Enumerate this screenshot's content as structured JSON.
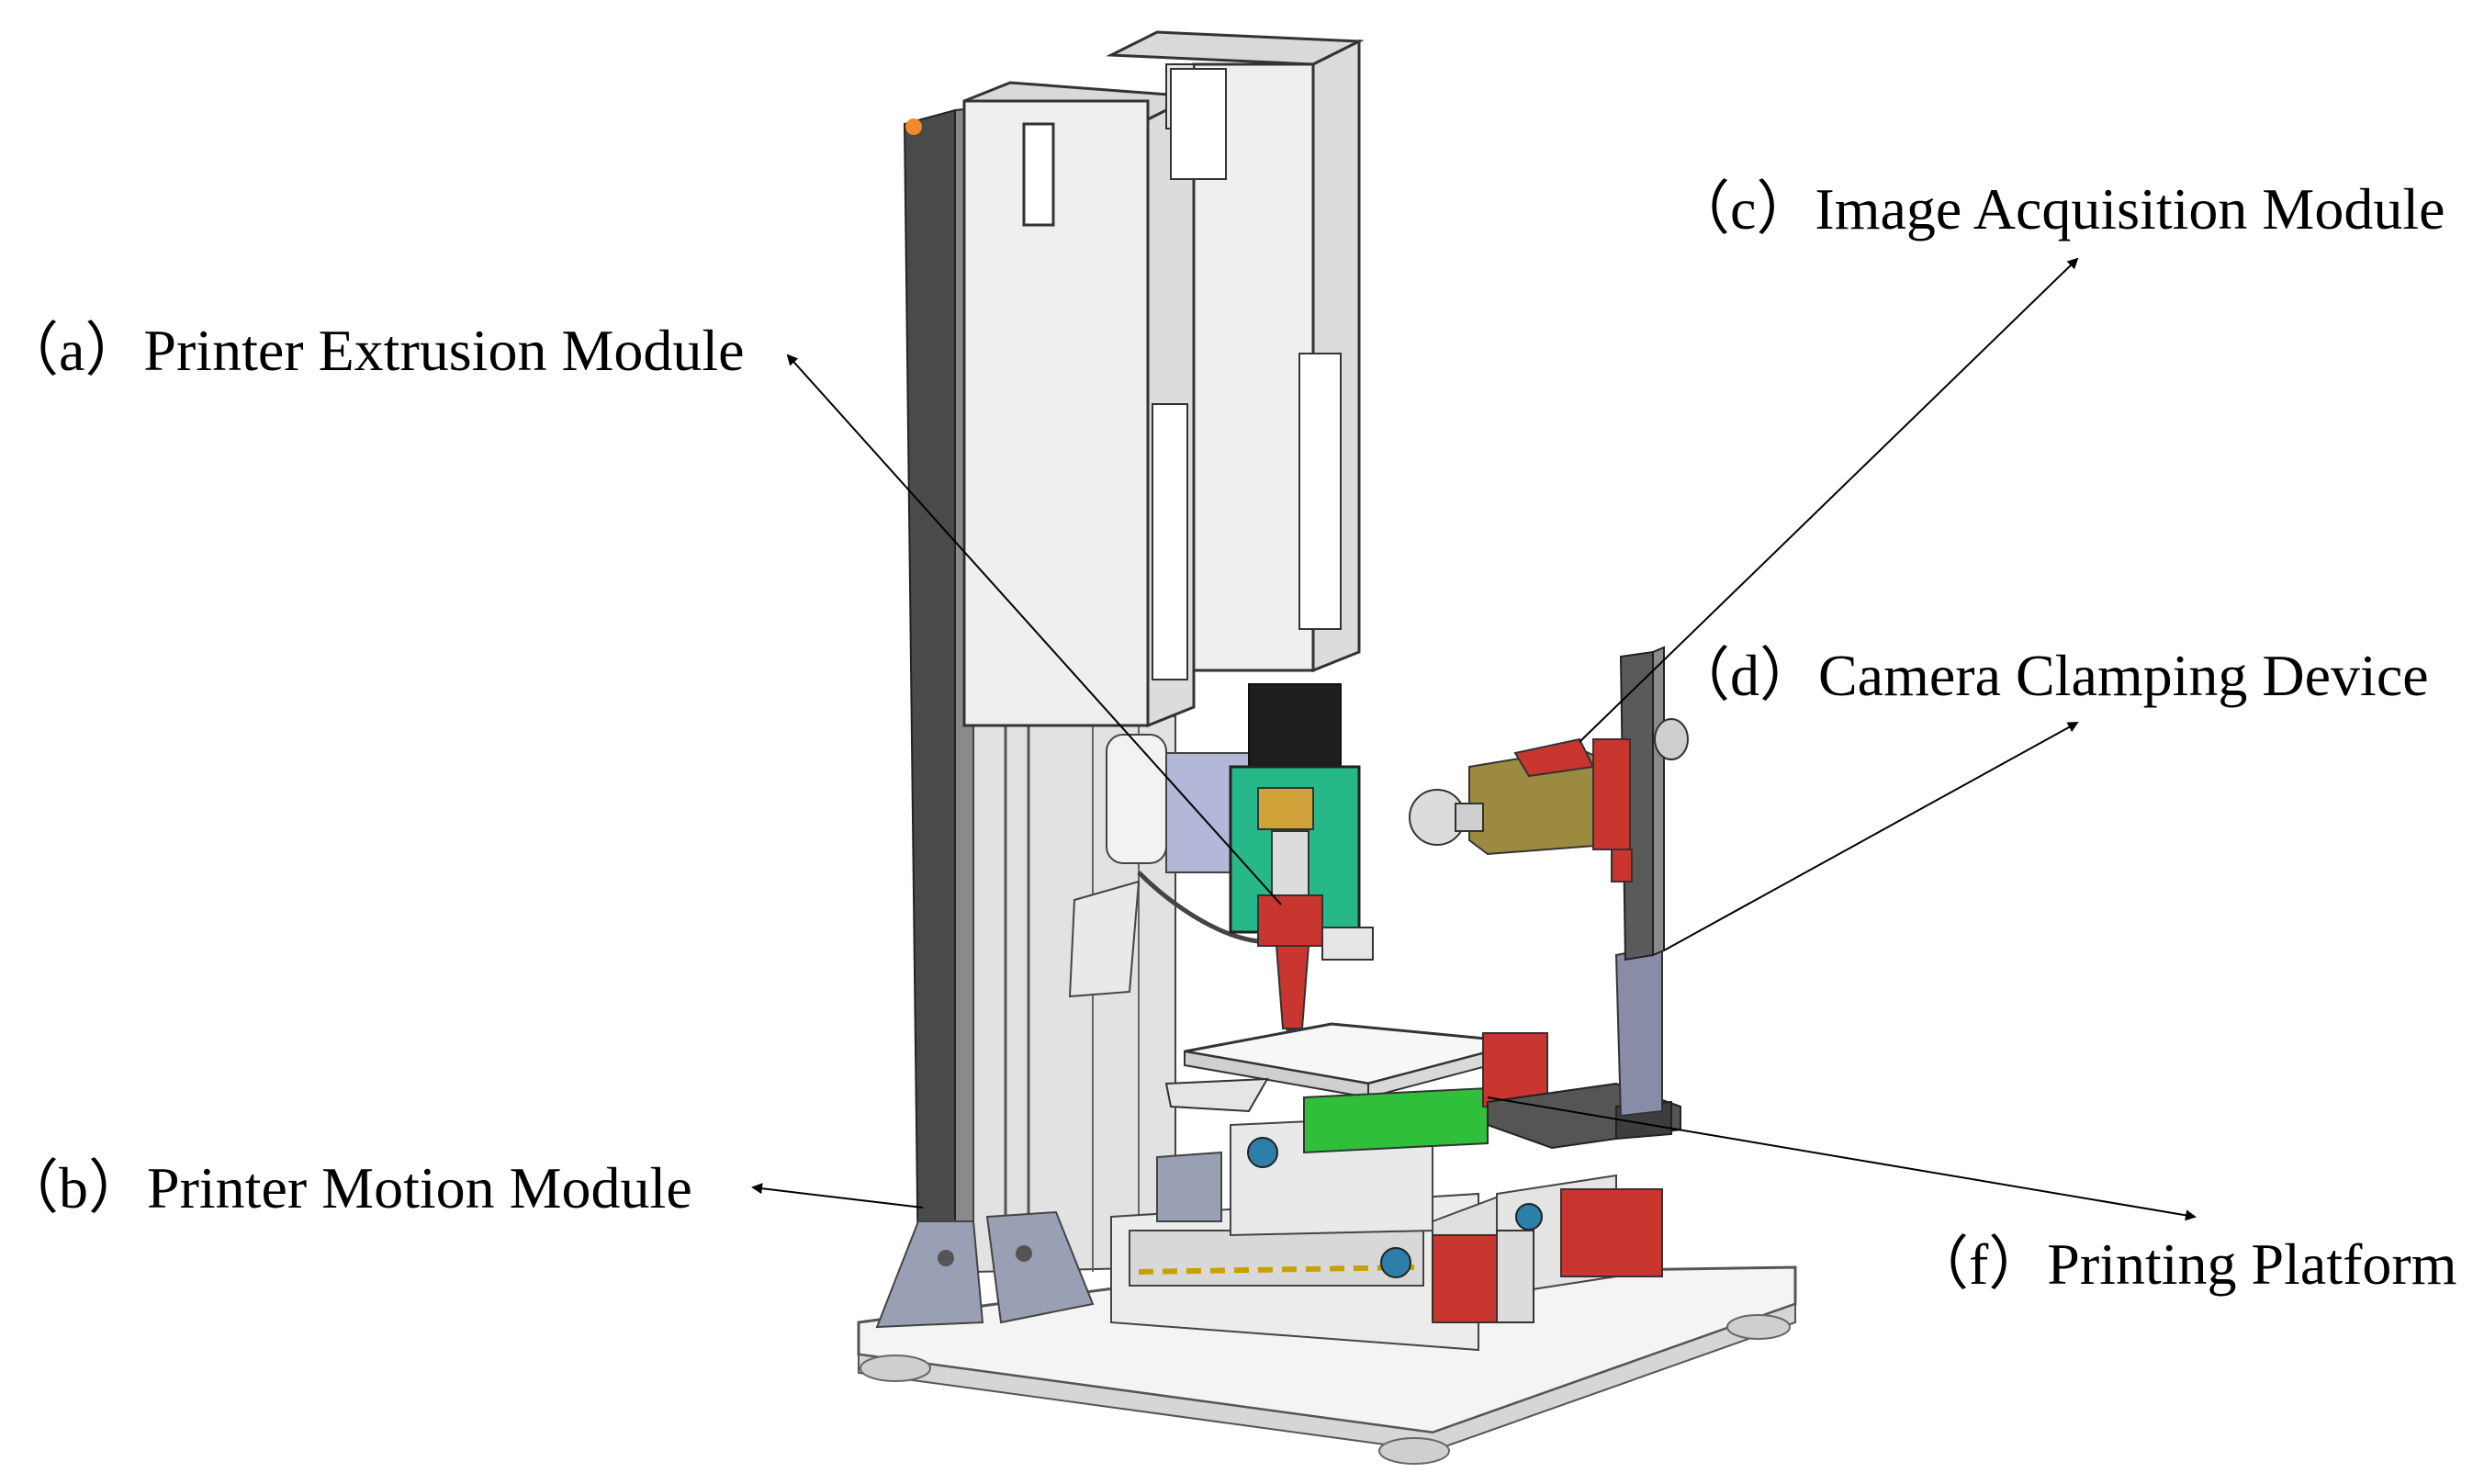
{
  "labels": {
    "a": "（a）Printer Extrusion Module",
    "b": "（b）Printer Motion Module",
    "c": "（c）Image Acquisition Module",
    "d": "（d）Camera Clamping Device",
    "f": "（f）Printing Platform"
  },
  "colors": {
    "line": "#000000",
    "frame": "#9a9a9a",
    "panel": "#ededed",
    "dark": "#2a2a2a",
    "green": "#26b889",
    "red": "#c8362f",
    "yellow": "#cfa23a",
    "olive": "#9b8a3f"
  }
}
